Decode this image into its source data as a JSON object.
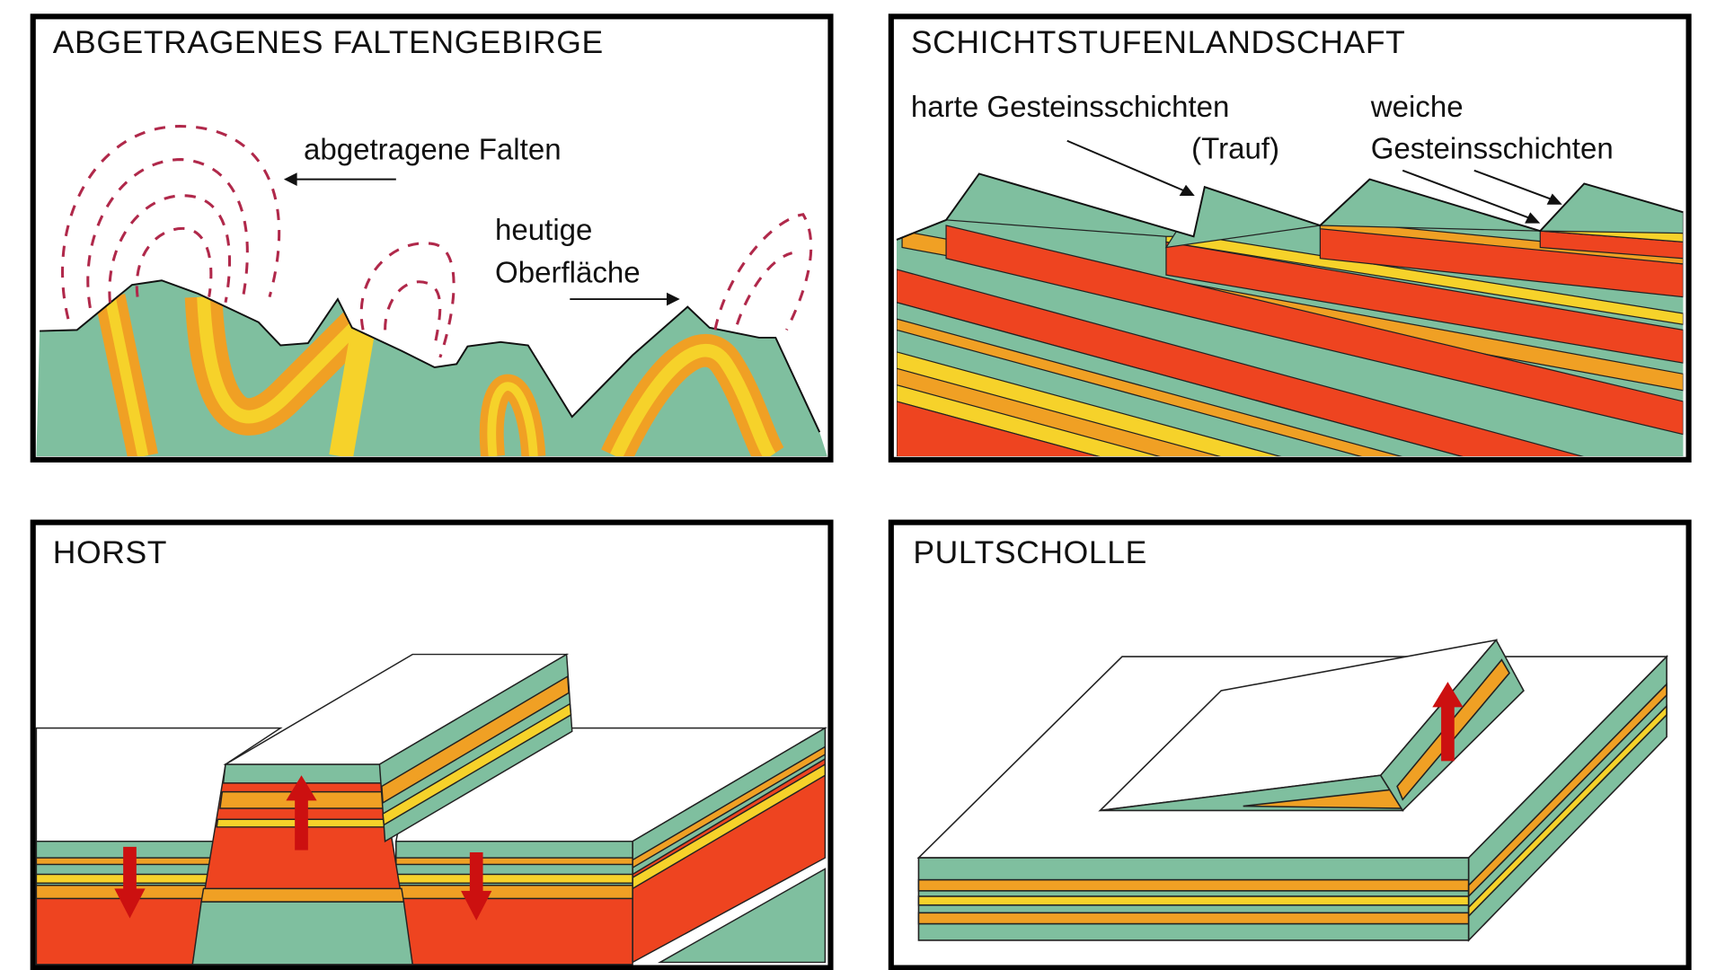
{
  "panels": [
    {
      "title": "ABGETRAGENES FALTENGEBIRGE",
      "labels": [
        "abgetragene Falten",
        "heutige",
        "Oberfläche"
      ]
    },
    {
      "title": "SCHICHTSTUFENLANDSCHAFT",
      "labels": [
        "harte Gesteinsschichten",
        "(Trauf)",
        "weiche",
        "Gesteinsschichten"
      ]
    },
    {
      "title": "HORST"
    },
    {
      "title": "PULTSCHOLLE"
    }
  ],
  "colors": {
    "green": "#7fbf9f",
    "yellow": "#f6d22a",
    "orange": "#f0a024",
    "red": "#ee4420",
    "fault_arrow": "#cc1010"
  }
}
